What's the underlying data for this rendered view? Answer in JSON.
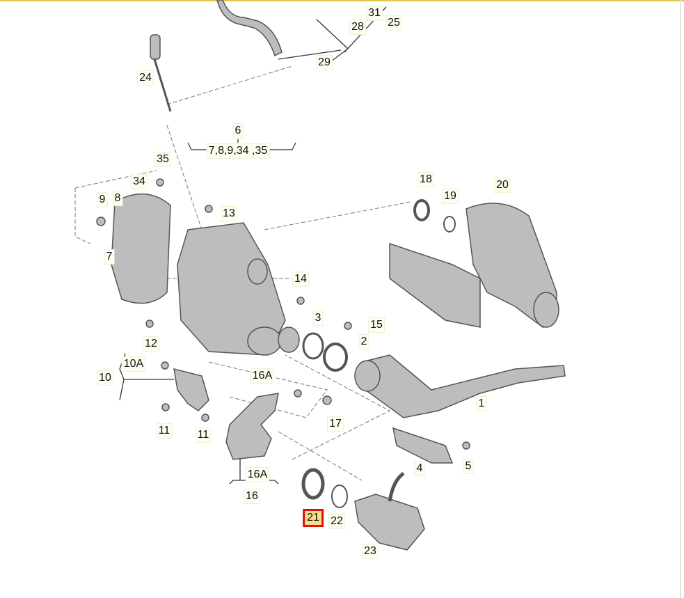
{
  "diagram": {
    "labels": [
      "31",
      "25",
      "28",
      "29",
      "24",
      "6",
      "7,8,9,34 ,35",
      "35",
      "34",
      "9",
      "8",
      "13",
      "7",
      "18",
      "19",
      "20",
      "14",
      "3",
      "15",
      "2",
      "12",
      "10A",
      "10",
      "16A",
      "1",
      "17",
      "11",
      "11",
      "4",
      "5",
      "16A",
      "16",
      "21",
      "22",
      "23"
    ],
    "selected_label": "21",
    "colors": {
      "selected_border": "#e01010",
      "selected_fill": "#f7dd83",
      "part_fill": "#bdbdbd",
      "part_stroke": "#555555"
    }
  }
}
